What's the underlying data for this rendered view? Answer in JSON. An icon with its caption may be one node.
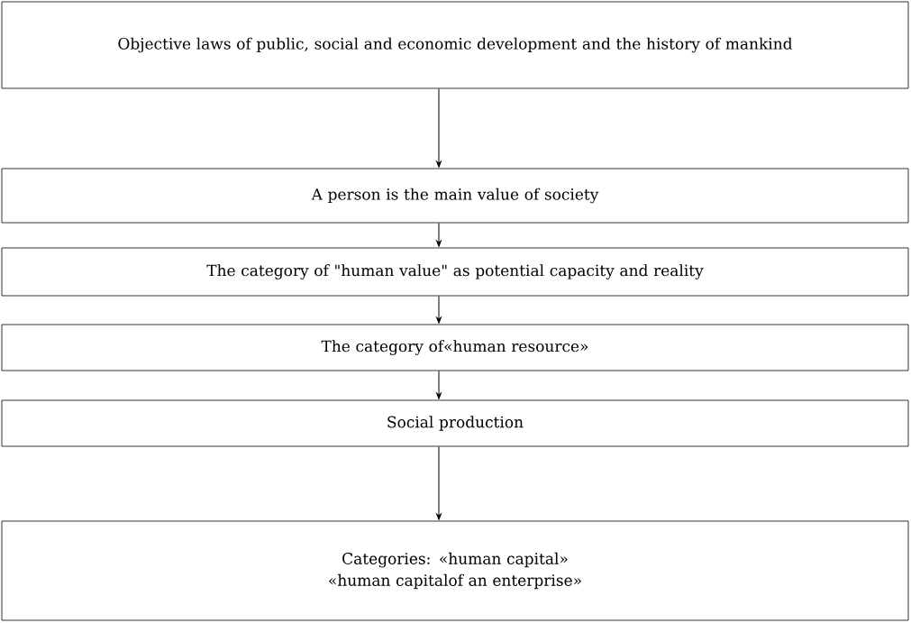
{
  "diagram": {
    "nodes": [
      {
        "text": [
          "Objective laws of public, social and economic development and the history of mankind"
        ]
      },
      {
        "text": [
          "A person is the main value of society"
        ]
      },
      {
        "text": [
          "The category of \"human value\" as potential capacity and reality"
        ]
      },
      {
        "text": [
          "The category of«human resource»"
        ]
      },
      {
        "text": [
          "Social production"
        ]
      },
      {
        "text": [
          "Categories: «human capital» «human capitalof an enterprise»"
        ]
      }
    ],
    "edges": [
      {
        "from": 0,
        "to": 1,
        "arrow": "to"
      },
      {
        "from": 1,
        "to": 2,
        "arrow": "to"
      },
      {
        "from": 2,
        "to": 3,
        "arrow": "to"
      },
      {
        "from": 3,
        "to": 4,
        "arrow": "to"
      },
      {
        "from": 4,
        "to": 5,
        "arrow": "to"
      }
    ]
  }
}
